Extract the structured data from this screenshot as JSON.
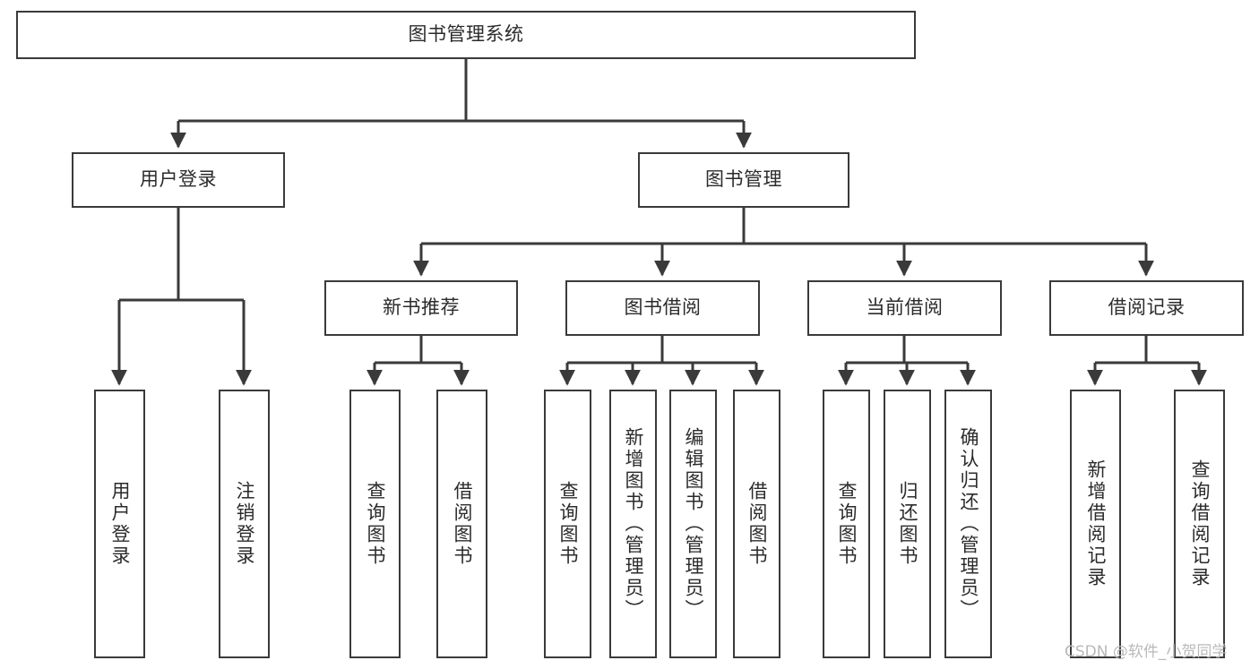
{
  "diagram": {
    "title": "图书管理系统",
    "type": "tree-hierarchy",
    "root": {
      "label": "图书管理系统"
    },
    "level2": [
      {
        "label": "用户登录"
      },
      {
        "label": "图书管理"
      }
    ],
    "level3": [
      {
        "label": "新书推荐"
      },
      {
        "label": "图书借阅"
      },
      {
        "label": "当前借阅"
      },
      {
        "label": "借阅记录"
      }
    ],
    "leaves": {
      "user_login": [
        {
          "label": "用户登录"
        },
        {
          "label": "注销登录"
        }
      ],
      "new_book_recommend": [
        {
          "label": "查询图书"
        },
        {
          "label": "借阅图书"
        }
      ],
      "book_borrow": [
        {
          "label": "查询图书"
        },
        {
          "label": "新增图书（管理员）"
        },
        {
          "label": "编辑图书（管理员）"
        },
        {
          "label": "借阅图书"
        }
      ],
      "current_borrow": [
        {
          "label": "查询图书"
        },
        {
          "label": "归还图书"
        },
        {
          "label": "确认归还（管理员）"
        }
      ],
      "borrow_record": [
        {
          "label": "新增借阅记录"
        },
        {
          "label": "查询借阅记录"
        }
      ]
    }
  },
  "watermark": {
    "text": "CSDN @软件_小贺同学"
  },
  "colors": {
    "background": "#ffffff",
    "box_border": "#3a3a3a",
    "text": "#2b2b2b",
    "connector": "#3a3a3a",
    "watermark": "#b9b9b9"
  }
}
